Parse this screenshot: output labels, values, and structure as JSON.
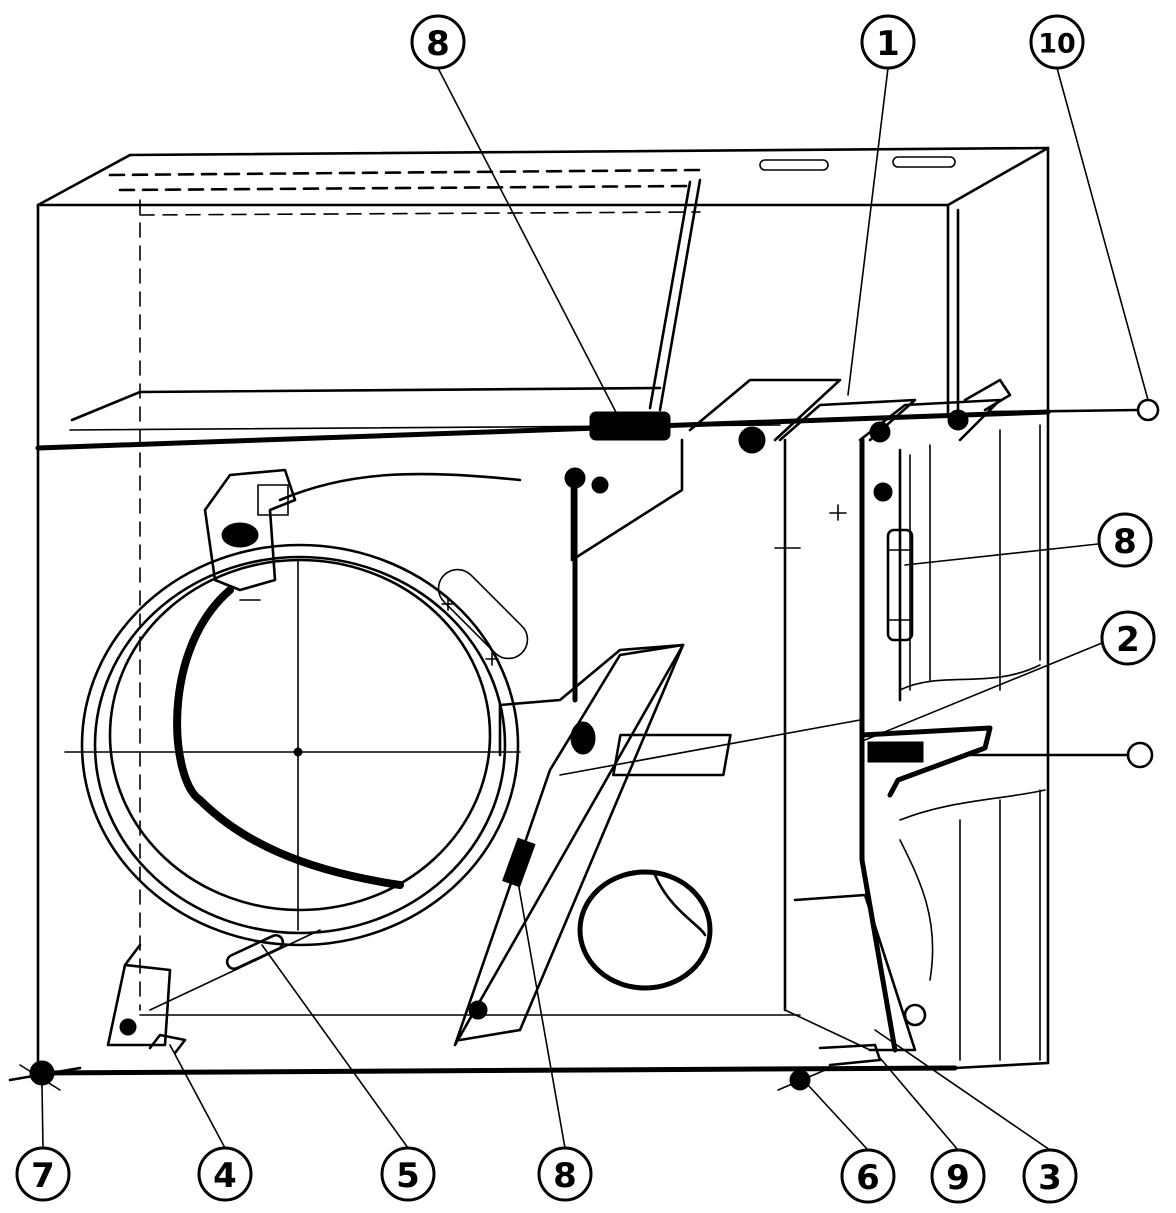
{
  "callouts": [
    {
      "id": "c8-top",
      "label": "8"
    },
    {
      "id": "c1",
      "label": "1"
    },
    {
      "id": "c10",
      "label": "10"
    },
    {
      "id": "c8-right",
      "label": "8"
    },
    {
      "id": "c2",
      "label": "2"
    },
    {
      "id": "c7",
      "label": "7"
    },
    {
      "id": "c4",
      "label": "4"
    },
    {
      "id": "c5",
      "label": "5"
    },
    {
      "id": "c8-bottom",
      "label": "8"
    },
    {
      "id": "c6",
      "label": "6"
    },
    {
      "id": "c9",
      "label": "9"
    },
    {
      "id": "c3",
      "label": "3"
    }
  ],
  "colors": {
    "ink": "#000000",
    "paper": "#ffffff"
  }
}
